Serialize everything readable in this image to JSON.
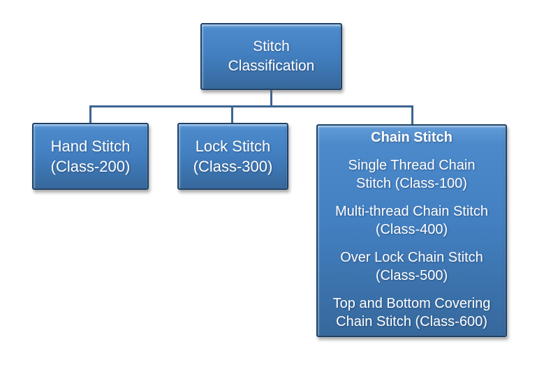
{
  "colors": {
    "background": "#ffffff",
    "node_fill_top": "#619cd8",
    "node_fill_bottom": "#36689c",
    "node_border": "#1d4269",
    "connector": "#3d6492",
    "text": "#ffffff"
  },
  "root_box": {
    "label": "Stitch Classification",
    "lines": [
      "Stitch",
      "Classification"
    ]
  },
  "hand_box": {
    "label": "Hand Stitch (Class-200)",
    "lines": [
      "Hand Stitch",
      "(Class-200)"
    ]
  },
  "lock_box": {
    "label": "Lock Stitch (Class-300)",
    "lines": [
      "Lock Stitch",
      "(Class-300)"
    ]
  },
  "chain_box": {
    "header": "Chain Stitch",
    "items": [
      {
        "label": "Single Thread Chain Stitch (Class-100)",
        "lines": [
          "Single Thread Chain",
          "Stitch (Class-100)"
        ]
      },
      {
        "label": "Multi-thread Chain Stitch (Class-400)",
        "lines": [
          "Multi-thread Chain Stitch",
          "(Class-400)"
        ]
      },
      {
        "label": "Over Lock Chain Stitch (Class-500)",
        "lines": [
          "Over Lock Chain Stitch",
          "(Class-500)"
        ]
      },
      {
        "label": "Top and Bottom Covering Chain Stitch (Class-600)",
        "lines": [
          "Top and Bottom Covering",
          "Chain Stitch (Class-600)"
        ]
      }
    ]
  }
}
